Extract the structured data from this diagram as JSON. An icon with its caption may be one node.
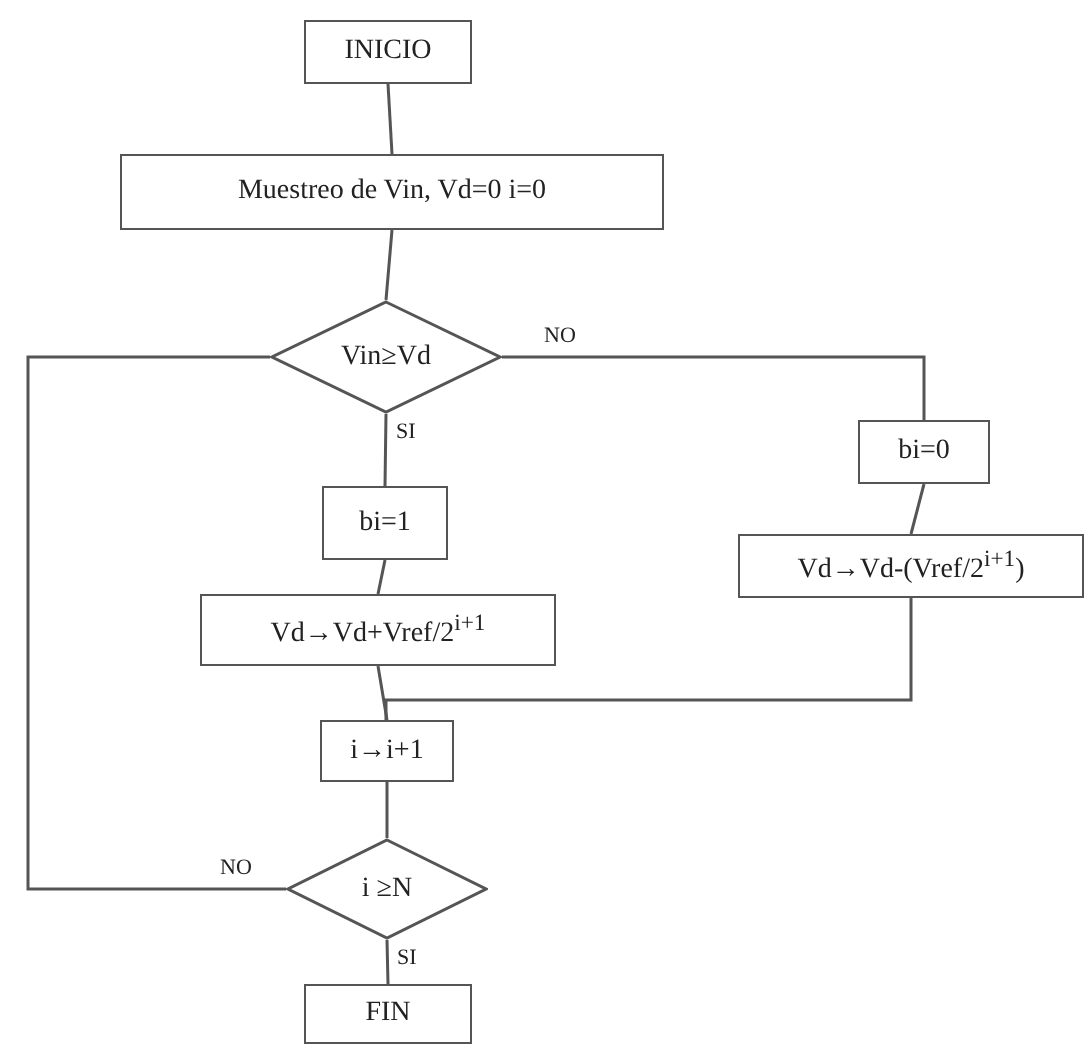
{
  "diagram": {
    "nodes": [
      {
        "text": [
          "INICIO"
        ]
      },
      {
        "text": [
          "Muestreo de Vin, Vd=0  i=0"
        ]
      },
      {
        "text": [
          "Vin≥Vd"
        ]
      },
      {
        "text": [
          "bi=1"
        ]
      },
      {
        "text": [
          "Vd→Vd+Vref/2$^{i+1}$"
        ]
      },
      {
        "text": [
          "bi=0"
        ]
      },
      {
        "text": [
          "Vd→Vd-(Vref/2$^{i+1}$)"
        ]
      },
      {
        "text": [
          "i→i+1"
        ]
      },
      {
        "text": [
          "i ≥N"
        ]
      },
      {
        "text": [
          "FIN"
        ]
      }
    ],
    "edges": [
      {
        "from": 0,
        "to": 1,
        "arrow": "none"
      },
      {
        "from": 1,
        "to": 2,
        "arrow": "none"
      },
      {
        "from": 2,
        "to": 3,
        "arrow": "none",
        "label": "SI"
      },
      {
        "from": 3,
        "to": 4,
        "arrow": "none"
      },
      {
        "from": 2,
        "to": 5,
        "arrow": "none",
        "label": "NO"
      },
      {
        "from": 5,
        "to": 6,
        "arrow": "none"
      },
      {
        "from": 4,
        "to": 7,
        "arrow": "none"
      },
      {
        "from": 6,
        "to": 7,
        "arrow": "none"
      },
      {
        "from": 7,
        "to": 8,
        "arrow": "none"
      },
      {
        "from": 8,
        "to": 9,
        "arrow": "none",
        "label": "SI"
      },
      {
        "from": 8,
        "to": 2,
        "arrow": "none",
        "label": "NO"
      }
    ]
  }
}
